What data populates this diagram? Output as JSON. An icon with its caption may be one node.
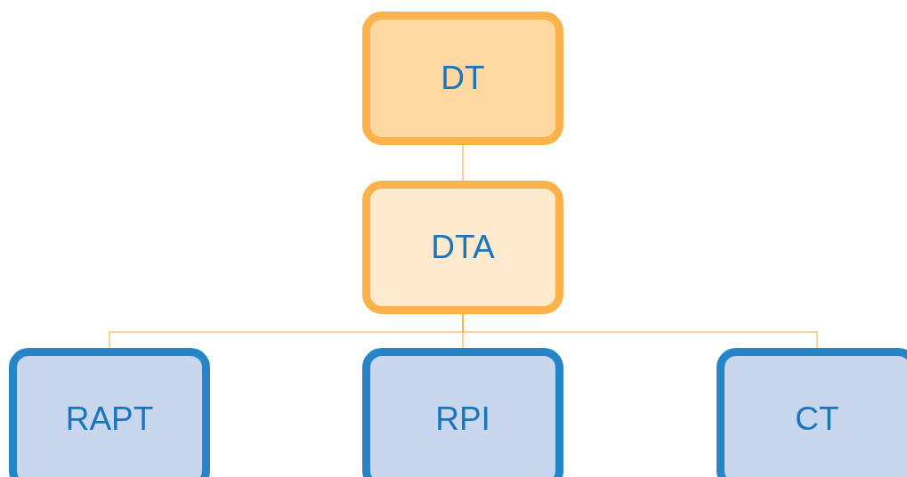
{
  "diagram": {
    "nodes": [
      {
        "text": [
          "DT"
        ]
      },
      {
        "text": [
          "DTA"
        ]
      },
      {
        "text": [
          "RAPT"
        ]
      },
      {
        "text": [
          "RPI"
        ]
      },
      {
        "text": [
          "CT"
        ]
      }
    ],
    "edges": [
      {
        "from": 0,
        "to": 1,
        "arrow": "none"
      },
      {
        "from": 1,
        "to": 2,
        "arrow": "none"
      },
      {
        "from": 1,
        "to": 3,
        "arrow": "none"
      },
      {
        "from": 1,
        "to": 4,
        "arrow": "none"
      }
    ]
  }
}
